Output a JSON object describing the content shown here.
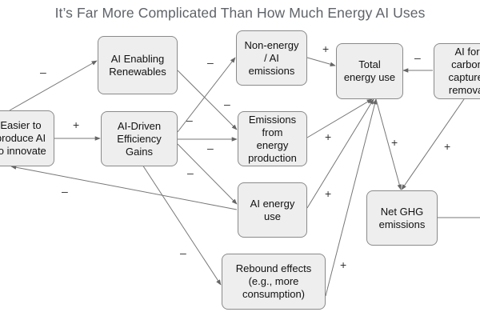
{
  "title": "It’s Far More Complicated Than How Much Energy AI Uses",
  "nodes": {
    "easier": "Easier to\nproduce AI\nto innovate",
    "renewables": "AI Enabling\nRenewables",
    "efficiency": "AI-Driven\nEfficiency\nGains",
    "nonenergy": "Non-energy\n/ AI\nemissions",
    "emissions_energy": "Emissions\nfrom\nenergy\nproduction",
    "ai_energy": "AI energy\nuse",
    "rebound": "Rebound effects\n(e.g., more\nconsumption)",
    "total": "Total\nenergy use",
    "carbon_capture": "AI for\ncarbon\ncapture/\nremoval",
    "ghg": "Net GHG\nemissions"
  },
  "signs": {
    "easier_renewables": "–",
    "easier_efficiency": "+",
    "renewables_nonenergy": "–",
    "renewables_emissions": "–",
    "efficiency_nonenergy": "–",
    "efficiency_emissions": "–",
    "efficiency_ai_energy": "–",
    "efficiency_rebound": "–",
    "ai_energy_easier": "–",
    "nonenergy_total": "+",
    "carbon_total": "–",
    "emissions_total": "+",
    "ai_energy_total": "+",
    "rebound_total": "+",
    "total_ghg": "+",
    "carbon_ghg": "+"
  }
}
